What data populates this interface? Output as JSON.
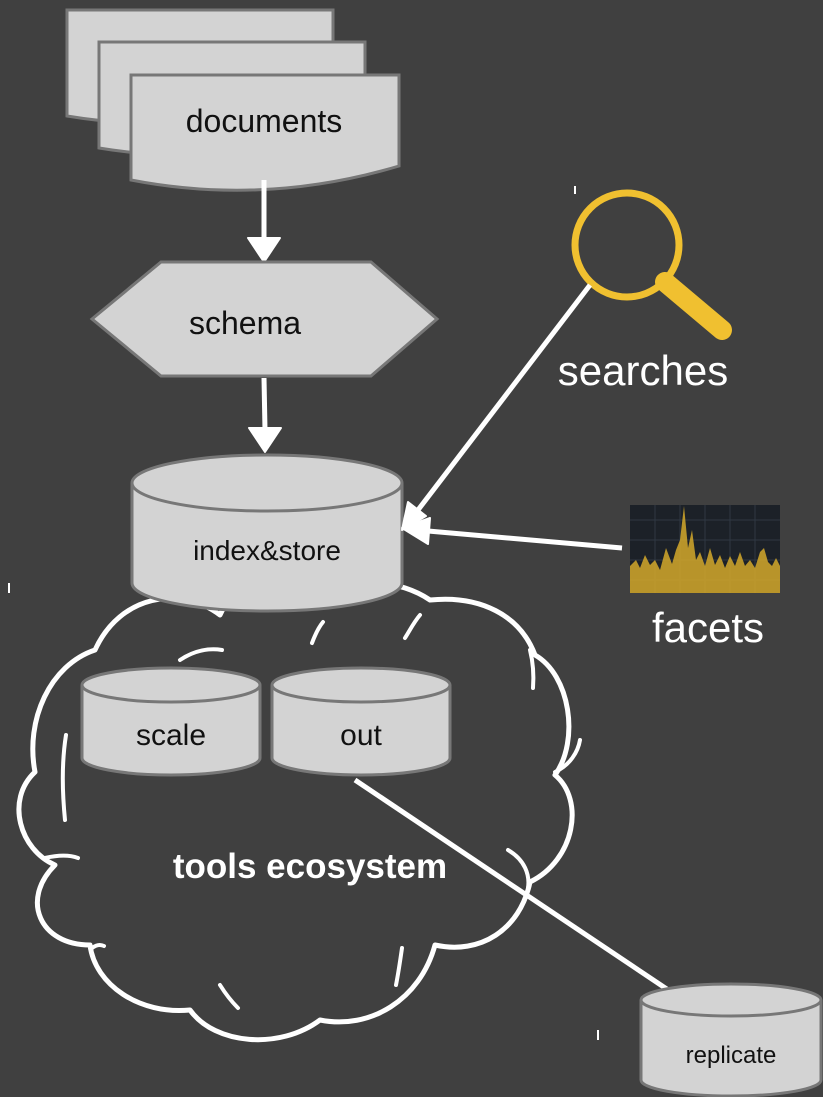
{
  "nodes": {
    "documents": "documents",
    "schema": "schema",
    "index_store": "index&store",
    "scale": "scale",
    "out": "out",
    "replicate": "replicate",
    "tools_ecosystem": "tools ecosystem",
    "searches": "searches",
    "facets": "facets"
  },
  "icons": {
    "searches": "magnifier-icon",
    "facets": "spectrum-chart-icon"
  },
  "colors": {
    "background": "#404040",
    "node_fill": "#d3d3d3",
    "node_stroke": "#777777",
    "edge": "#ffffff",
    "magnifier": "#f0c030",
    "facet_signal": "#d4a82a"
  },
  "edges": [
    {
      "from": "documents",
      "to": "schema"
    },
    {
      "from": "schema",
      "to": "index&store"
    },
    {
      "from": "searches",
      "to": "index&store"
    },
    {
      "from": "facets",
      "to": "index&store"
    },
    {
      "from": "out",
      "to": "replicate"
    }
  ]
}
